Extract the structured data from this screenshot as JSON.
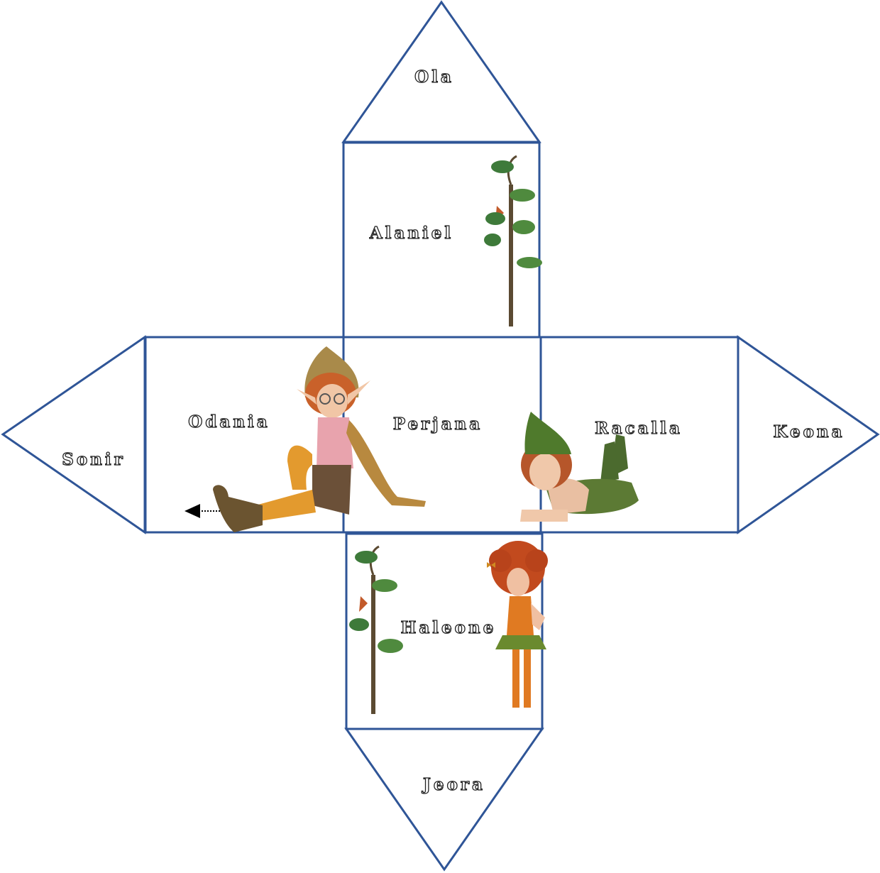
{
  "colors": {
    "outline": "#2f5597",
    "label_fill": "#ffffff",
    "label_stroke": "#222222",
    "background": "#ffffff"
  },
  "faces": {
    "top_triangle": "Ola",
    "top_square": "Alaniel",
    "left_square": "Odania",
    "center_square": "Perjana",
    "right_square": "Racalla",
    "left_triangle": "Sonir",
    "right_triangle": "Keona",
    "bottom_square": "Haleone",
    "bottom_triangle": "Jeora"
  },
  "illustrations": [
    "plant-top-square",
    "sitting-elf-girl-with-glasses",
    "lying-elf-girl-green-hat",
    "plant-bottom-square",
    "curly-haired-fairy-orange-dress"
  ],
  "arrow_direction": "left"
}
